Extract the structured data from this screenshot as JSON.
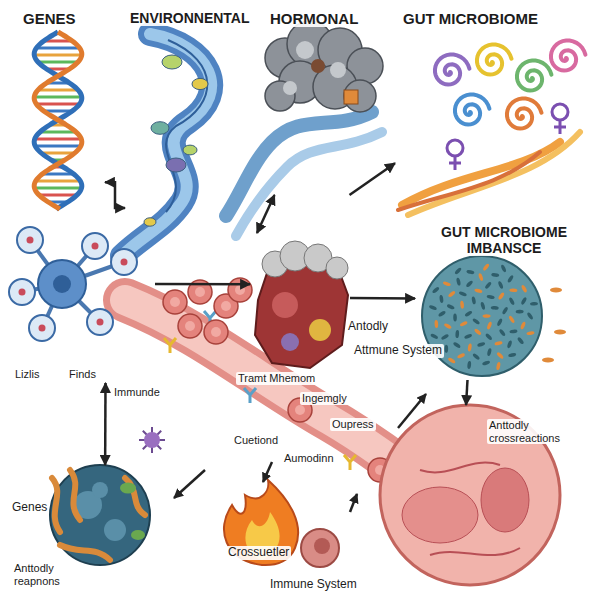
{
  "diagram": {
    "nodes": [
      {
        "text": [
          "GENES"
        ]
      },
      {
        "text": [
          "ENVIRONNENTAL"
        ]
      },
      {
        "text": [
          "HORMONAL"
        ]
      },
      {
        "text": [
          "GUT MICROBIOME"
        ]
      },
      {
        "text": [
          "Lizlis",
          "Finds"
        ]
      },
      {
        "text": [
          "Antodly"
        ]
      },
      {
        "text": [
          "GUT MICROBIOME IMBANSCE"
        ]
      },
      {
        "text": [
          "Genes"
        ]
      },
      {
        "text": [
          "Anttodly crossreactions"
        ]
      }
    ],
    "edges": [
      {
        "from": 0,
        "to": 1,
        "arrow": "both"
      },
      {
        "from": 1,
        "to": 2,
        "arrow": "both"
      },
      {
        "from": 2,
        "to": 3,
        "arrow": "to"
      },
      {
        "from": 4,
        "to": 5,
        "arrow": "to"
      },
      {
        "from": 5,
        "to": 6,
        "arrow": "to"
      },
      {
        "from": 4,
        "to": 7,
        "arrow": "both"
      },
      {
        "from": 6,
        "to": 8,
        "arrow": "to"
      }
    ],
    "labels": [
      "Attmune System",
      "Immunde",
      "Tramt Mhemom",
      "Ingemgly",
      "Cuetiond",
      "Oupress",
      "Aumodinn",
      "Anttodly reapnons",
      "Crossuetler",
      "Immune System"
    ]
  }
}
